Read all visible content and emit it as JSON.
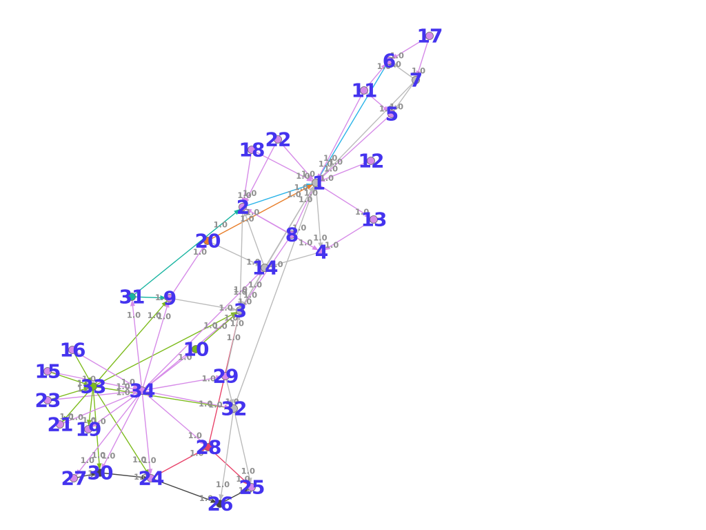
{
  "graph": {
    "nodes": [
      {
        "id": "1",
        "color": "#bbbbbb"
      },
      {
        "id": "2",
        "color": "#d68be8"
      },
      {
        "id": "3",
        "color": "#bbbbbb"
      },
      {
        "id": "4",
        "color": "#d68be8"
      },
      {
        "id": "5",
        "color": "#d68be8"
      },
      {
        "id": "6",
        "color": "#d68be8"
      },
      {
        "id": "7",
        "color": "#bbbbbb"
      },
      {
        "id": "8",
        "color": "#d68be8"
      },
      {
        "id": "9",
        "color": "#d68be8"
      },
      {
        "id": "10",
        "color": "#7dbb1c"
      },
      {
        "id": "11",
        "color": "#d68be8"
      },
      {
        "id": "12",
        "color": "#d68be8"
      },
      {
        "id": "13",
        "color": "#d68be8"
      },
      {
        "id": "14",
        "color": "#bbbbbb"
      },
      {
        "id": "15",
        "color": "#d68be8"
      },
      {
        "id": "16",
        "color": "#d68be8"
      },
      {
        "id": "17",
        "color": "#d68be8"
      },
      {
        "id": "18",
        "color": "#d68be8"
      },
      {
        "id": "19",
        "color": "#d68be8"
      },
      {
        "id": "20",
        "color": "#e87e2a"
      },
      {
        "id": "21",
        "color": "#d68be8"
      },
      {
        "id": "22",
        "color": "#d68be8"
      },
      {
        "id": "23",
        "color": "#d68be8"
      },
      {
        "id": "24",
        "color": "#d68be8"
      },
      {
        "id": "25",
        "color": "#d68be8"
      },
      {
        "id": "26",
        "color": "#444444"
      },
      {
        "id": "27",
        "color": "#d68be8"
      },
      {
        "id": "28",
        "color": "#e8436a"
      },
      {
        "id": "29",
        "color": "#d68be8"
      },
      {
        "id": "30",
        "color": "#444444"
      },
      {
        "id": "31",
        "color": "#18b4a0"
      },
      {
        "id": "32",
        "color": "#bbbbbb"
      },
      {
        "id": "33",
        "color": "#7dbb1c"
      },
      {
        "id": "34",
        "color": "#d68be8"
      }
    ],
    "edges": [
      {
        "s": "17",
        "t": "6",
        "c": "#d68be8",
        "w": "1.0"
      },
      {
        "s": "17",
        "t": "7",
        "c": "#d68be8",
        "w": "1.0"
      },
      {
        "s": "7",
        "t": "6",
        "c": "#bbbbbb",
        "w": "1.0"
      },
      {
        "s": "11",
        "t": "6",
        "c": "#d68be8",
        "w": "1.0"
      },
      {
        "s": "11",
        "t": "5",
        "c": "#d68be8",
        "w": "1.0"
      },
      {
        "s": "7",
        "t": "5",
        "c": "#bbbbbb",
        "w": "1.0"
      },
      {
        "s": "6",
        "t": "1",
        "c": "#2ab3e8",
        "w": "1.0"
      },
      {
        "s": "11",
        "t": "1",
        "c": "#d68be8",
        "w": "1.0"
      },
      {
        "s": "7",
        "t": "1",
        "c": "#bbbbbb",
        "w": "1.0"
      },
      {
        "s": "5",
        "t": "1",
        "c": "#d68be8",
        "w": "1.0"
      },
      {
        "s": "12",
        "t": "1",
        "c": "#d68be8",
        "w": "1.0"
      },
      {
        "s": "18",
        "t": "1",
        "c": "#d68be8",
        "w": "1.0"
      },
      {
        "s": "22",
        "t": "1",
        "c": "#d68be8",
        "w": "1.0"
      },
      {
        "s": "18",
        "t": "2",
        "c": "#d68be8",
        "w": "1.0"
      },
      {
        "s": "22",
        "t": "2",
        "c": "#d68be8",
        "w": "1.0"
      },
      {
        "s": "2",
        "t": "1",
        "c": "#2ab3e8",
        "w": "1.0"
      },
      {
        "s": "20",
        "t": "1",
        "c": "#e87e2a",
        "w": "1.0"
      },
      {
        "s": "1",
        "t": "13",
        "c": "#d68be8",
        "w": "1.0"
      },
      {
        "s": "13",
        "t": "4",
        "c": "#d68be8",
        "w": "1.0"
      },
      {
        "s": "1",
        "t": "4",
        "c": "#bbbbbb",
        "w": "1.0"
      },
      {
        "s": "2",
        "t": "4",
        "c": "#d68be8",
        "w": "1.0"
      },
      {
        "s": "8",
        "t": "1",
        "c": "#d68be8",
        "w": "1.0"
      },
      {
        "s": "8",
        "t": "2",
        "c": "#d68be8",
        "w": "1.0"
      },
      {
        "s": "14",
        "t": "1",
        "c": "#bbbbbb",
        "w": "1.0"
      },
      {
        "s": "14",
        "t": "2",
        "c": "#bbbbbb",
        "w": "1.0"
      },
      {
        "s": "4",
        "t": "14",
        "c": "#bbbbbb",
        "w": "1.0"
      },
      {
        "s": "8",
        "t": "3",
        "c": "#d68be8",
        "w": "1.0"
      },
      {
        "s": "1",
        "t": "3",
        "c": "#bbbbbb",
        "w": "1.0"
      },
      {
        "s": "2",
        "t": "3",
        "c": "#bbbbbb",
        "w": "1.0"
      },
      {
        "s": "14",
        "t": "3",
        "c": "#bbbbbb",
        "w": "1.0"
      },
      {
        "s": "31",
        "t": "2",
        "c": "#18b4a0",
        "w": "1.0"
      },
      {
        "s": "31",
        "t": "9",
        "c": "#18b4a0",
        "w": "1.0"
      },
      {
        "s": "9",
        "t": "3",
        "c": "#bbbbbb",
        "w": "1.0"
      },
      {
        "s": "20",
        "t": "14",
        "c": "#bbbbbb",
        "w": "1.0"
      },
      {
        "s": "9",
        "t": "20",
        "c": "#d68be8",
        "w": "1.0"
      },
      {
        "s": "33",
        "t": "3",
        "c": "#7dbb1c",
        "w": "1.0"
      },
      {
        "s": "33",
        "t": "9",
        "c": "#7dbb1c",
        "w": "1.0"
      },
      {
        "s": "34",
        "t": "9",
        "c": "#d68be8",
        "w": "1.0"
      },
      {
        "s": "34",
        "t": "31",
        "c": "#d68be8",
        "w": "1.0"
      },
      {
        "s": "34",
        "t": "3",
        "c": "#d68be8",
        "w": "1.0"
      },
      {
        "s": "10",
        "t": "3",
        "c": "#7dbb1c",
        "w": "1.0"
      },
      {
        "s": "34",
        "t": "10",
        "c": "#d68be8",
        "w": "1.0"
      },
      {
        "s": "34",
        "t": "14",
        "c": "#d68be8",
        "w": "1.0"
      },
      {
        "s": "34",
        "t": "29",
        "c": "#d68be8",
        "w": "1.0"
      },
      {
        "s": "33",
        "t": "32",
        "c": "#7dbb1c",
        "w": "1.0"
      },
      {
        "s": "34",
        "t": "32",
        "c": "#d68be8",
        "w": "1.0"
      },
      {
        "s": "16",
        "t": "34",
        "c": "#d68be8",
        "w": "1.0"
      },
      {
        "s": "15",
        "t": "34",
        "c": "#d68be8",
        "w": "1.0"
      },
      {
        "s": "23",
        "t": "34",
        "c": "#d68be8",
        "w": "1.0"
      },
      {
        "s": "16",
        "t": "33",
        "c": "#7dbb1c",
        "w": "1.0"
      },
      {
        "s": "15",
        "t": "33",
        "c": "#7dbb1c",
        "w": "1.0"
      },
      {
        "s": "23",
        "t": "33",
        "c": "#7dbb1c",
        "w": "1.0"
      },
      {
        "s": "33",
        "t": "21",
        "c": "#7dbb1c",
        "w": "1.0"
      },
      {
        "s": "33",
        "t": "19",
        "c": "#7dbb1c",
        "w": "1.0"
      },
      {
        "s": "33",
        "t": "30",
        "c": "#7dbb1c",
        "w": "1.0"
      },
      {
        "s": "33",
        "t": "24",
        "c": "#7dbb1c",
        "w": "1.0"
      },
      {
        "s": "34",
        "t": "21",
        "c": "#d68be8",
        "w": "1.0"
      },
      {
        "s": "34",
        "t": "19",
        "c": "#d68be8",
        "w": "1.0"
      },
      {
        "s": "34",
        "t": "27",
        "c": "#d68be8",
        "w": "1.0"
      },
      {
        "s": "34",
        "t": "30",
        "c": "#d68be8",
        "w": "1.0"
      },
      {
        "s": "34",
        "t": "24",
        "c": "#d68be8",
        "w": "1.0"
      },
      {
        "s": "34",
        "t": "28",
        "c": "#d68be8",
        "w": "1.0"
      },
      {
        "s": "27",
        "t": "30",
        "c": "#444444",
        "w": "1.0"
      },
      {
        "s": "30",
        "t": "24",
        "c": "#444444",
        "w": "1.0"
      },
      {
        "s": "24",
        "t": "26",
        "c": "#444444",
        "w": "1.0"
      },
      {
        "s": "26",
        "t": "25",
        "c": "#444444",
        "w": "1.0"
      },
      {
        "s": "24",
        "t": "28",
        "c": "#e8436a",
        "w": "1.0"
      },
      {
        "s": "28",
        "t": "3",
        "c": "#e8436a",
        "w": "1.0"
      },
      {
        "s": "28",
        "t": "25",
        "c": "#e8436a",
        "w": "1.0"
      },
      {
        "s": "29",
        "t": "32",
        "c": "#bbbbbb",
        "w": "1.0"
      },
      {
        "s": "32",
        "t": "25",
        "c": "#bbbbbb",
        "w": "1.0"
      },
      {
        "s": "32",
        "t": "26",
        "c": "#bbbbbb",
        "w": "1.0"
      },
      {
        "s": "32",
        "t": "1",
        "c": "#bbbbbb",
        "w": "1.0"
      },
      {
        "s": "29",
        "t": "3",
        "c": "#bbbbbb",
        "w": "1.0"
      }
    ]
  }
}
